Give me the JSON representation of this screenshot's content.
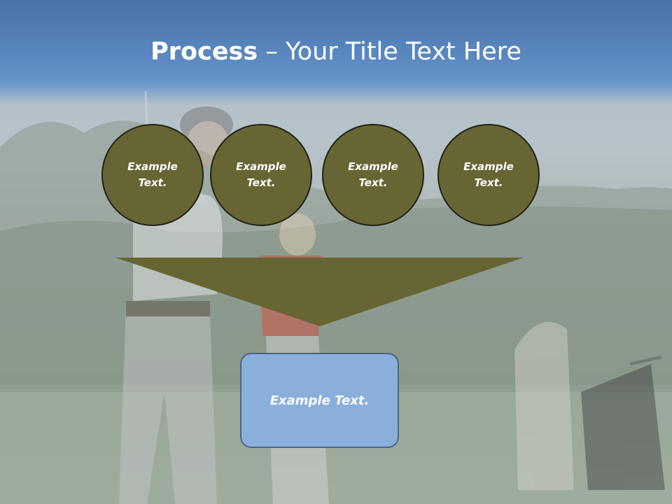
{
  "slide": {
    "title_bold": "Process",
    "title_rest": " – Your Title Text Here"
  },
  "circles": [
    {
      "text": "Example Text."
    },
    {
      "text": "Example Text."
    },
    {
      "text": "Example Text."
    },
    {
      "text": "Example Text."
    }
  ],
  "result_box": {
    "text": "Example Text."
  },
  "colors": {
    "header_blue": "#4a73a6",
    "circle_olive": "#666533",
    "box_blue": "#8aafdb"
  }
}
